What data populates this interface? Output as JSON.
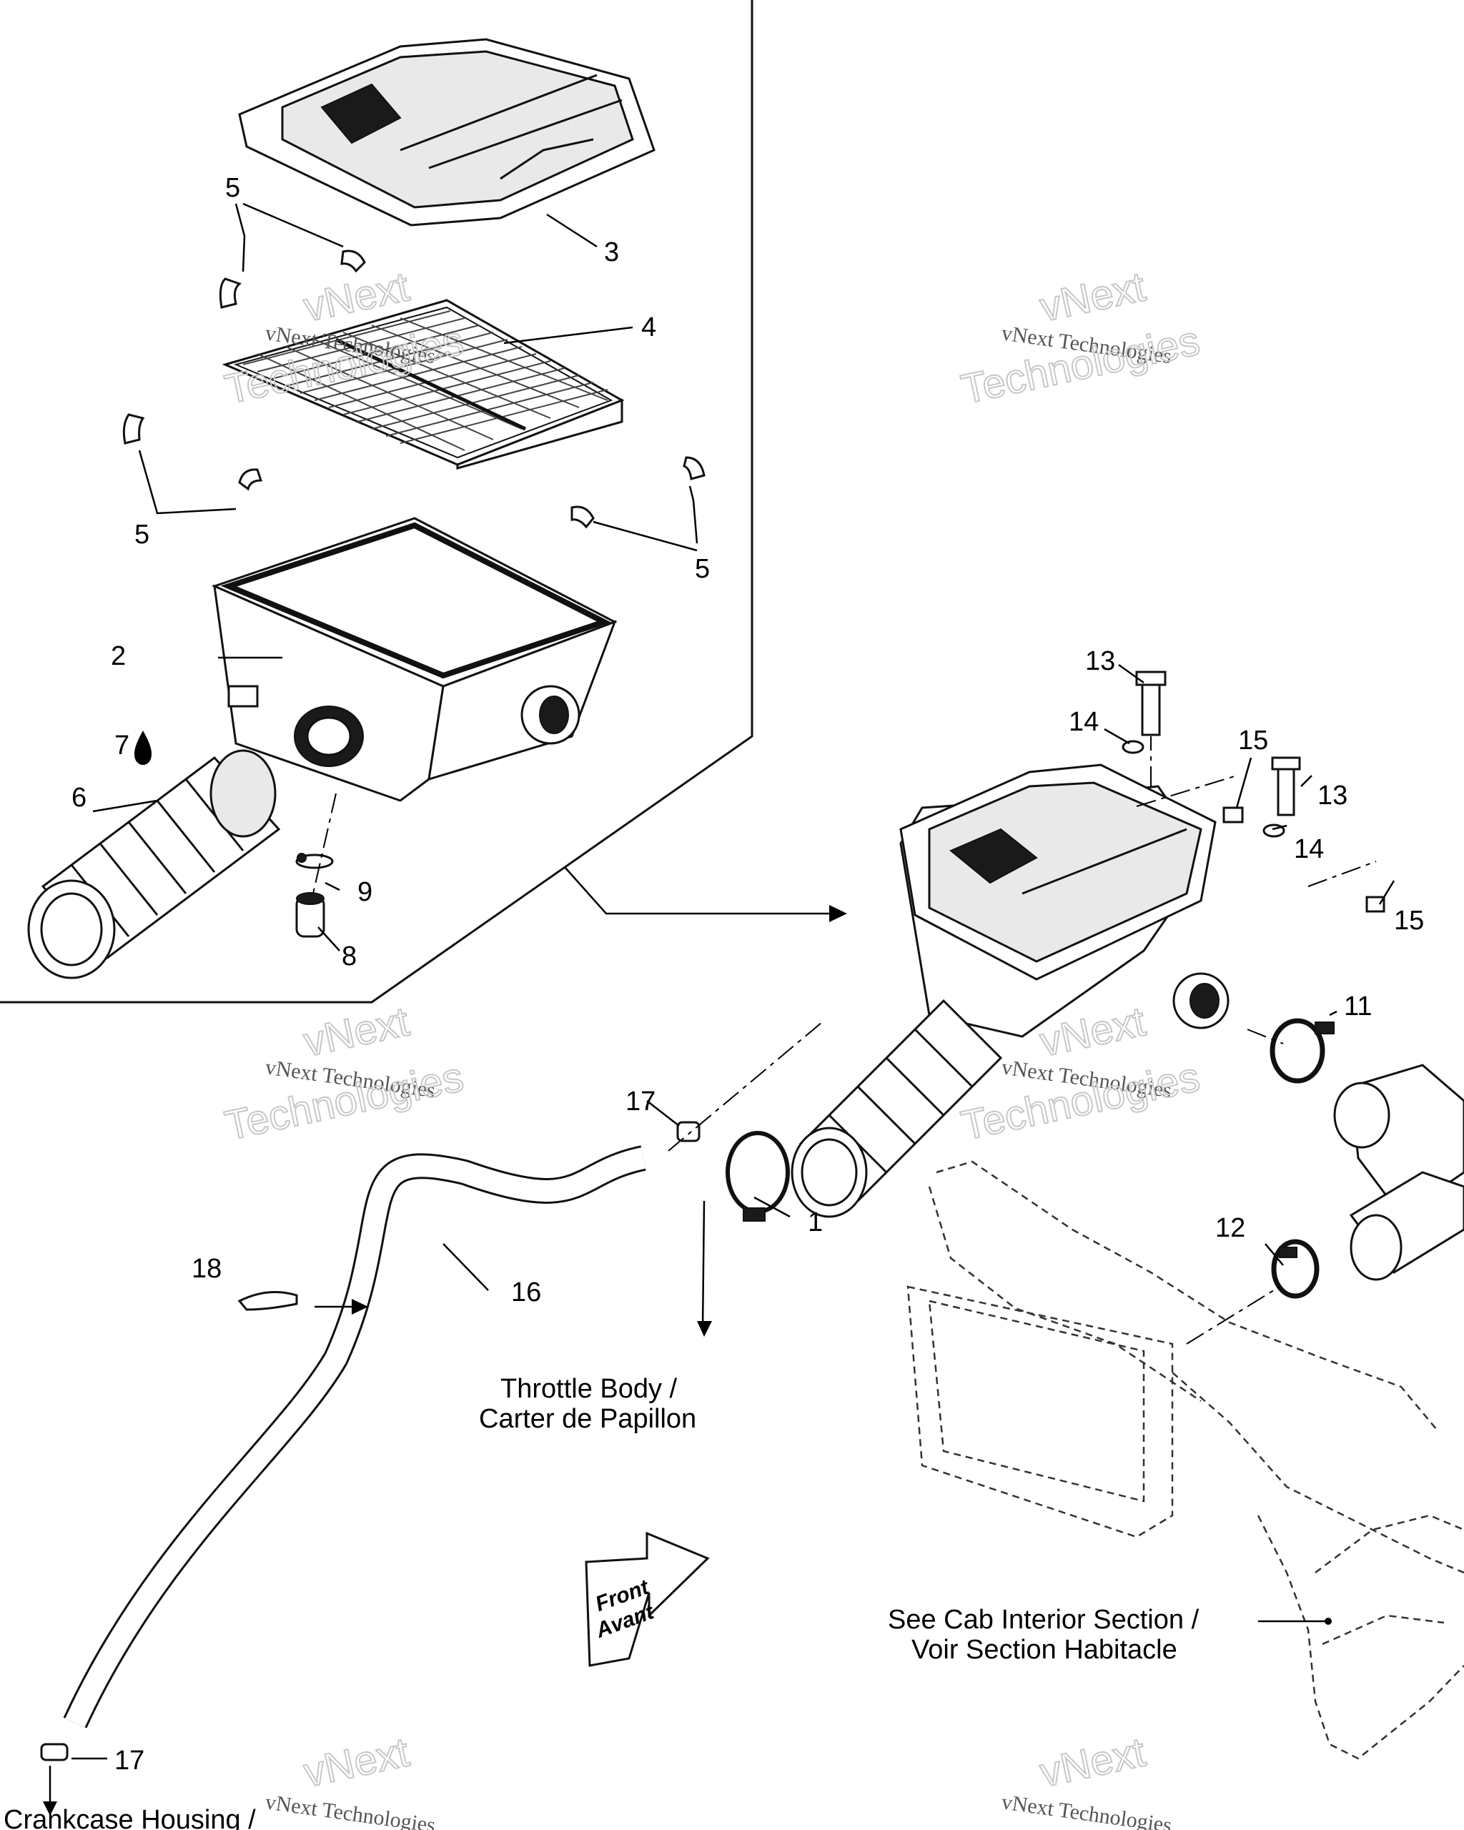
{
  "callouts": [
    {
      "id": "c1",
      "text": "1"
    },
    {
      "id": "c2",
      "text": "2"
    },
    {
      "id": "c3",
      "text": "3"
    },
    {
      "id": "c4",
      "text": "4"
    },
    {
      "id": "c5a",
      "text": "5"
    },
    {
      "id": "c5b",
      "text": "5"
    },
    {
      "id": "c5c",
      "text": "5"
    },
    {
      "id": "c6",
      "text": "6"
    },
    {
      "id": "c7",
      "text": "7"
    },
    {
      "id": "c8",
      "text": "8"
    },
    {
      "id": "c9",
      "text": "9"
    },
    {
      "id": "c11",
      "text": "11"
    },
    {
      "id": "c12",
      "text": "12"
    },
    {
      "id": "c13a",
      "text": "13"
    },
    {
      "id": "c13b",
      "text": "13"
    },
    {
      "id": "c14a",
      "text": "14"
    },
    {
      "id": "c14b",
      "text": "14"
    },
    {
      "id": "c15a",
      "text": "15"
    },
    {
      "id": "c15b",
      "text": "15"
    },
    {
      "id": "c16",
      "text": "16"
    },
    {
      "id": "c17a",
      "text": "17"
    },
    {
      "id": "c17b",
      "text": "17"
    },
    {
      "id": "c18",
      "text": "18"
    }
  ],
  "notes": {
    "throttle_line1": "Throttle Body /",
    "throttle_line2": "Carter de Papillon",
    "cab_line1": "See Cab Interior Section /",
    "cab_line2": "Voir Section Habitacle",
    "crankcase": "Crankcase Housing /",
    "front_line1": "Front",
    "front_line2": "Avant"
  },
  "watermark": {
    "small": "vNext Technologies",
    "big_line1": "vNext",
    "big_line2": "Technologies"
  },
  "icons": {
    "drop": "oil-drop-icon"
  }
}
